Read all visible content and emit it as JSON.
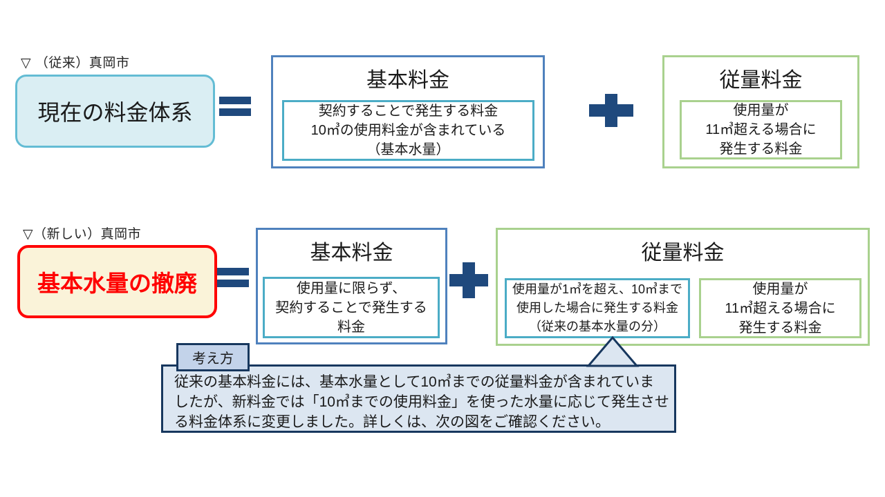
{
  "colors": {
    "navy_operator": "#1F497D",
    "dark_navy_border": "#17375E",
    "steel_blue_border": "#4F81BD",
    "teal_border": "#4BACC6",
    "light_teal_border": "#63BCD4",
    "green_border": "#A9D18E",
    "red_border": "#FF0000",
    "light_blue_fill": "#DAEEF3",
    "cream_fill": "#FAF3D9",
    "note_fill": "#DCE6F1",
    "tab_fill": "#C3D3EA"
  },
  "former_section": {
    "label": "▽ （従来）真岡市",
    "subject": "現在の料金体系",
    "basic_box": {
      "title": "基本料金",
      "lines": [
        "契約することで発生する料金",
        "10㎥の使用料金が含まれている",
        "（基本水量）"
      ]
    },
    "volume_box": {
      "title": "従量料金",
      "lines": [
        "使用量が",
        "11㎥超える場合に",
        "発生する料金"
      ]
    }
  },
  "new_section": {
    "label": "▽（新しい）真岡市",
    "subject": "基本水量の撤廃",
    "basic_box": {
      "title": "基本料金",
      "lines": [
        "使用量に限らず、",
        "契約することで発生する",
        "料金"
      ]
    },
    "volume_box": {
      "title": "従量料金",
      "tier1_lines": [
        "使用量が1㎥を超え、10㎥まで",
        "使用した場合に発生する料金",
        "（従来の基本水量の分）"
      ],
      "tier2_lines": [
        "使用量が",
        "11㎥超える場合に",
        "発生する料金"
      ]
    }
  },
  "note": {
    "tab_label": "考え方",
    "body_lines": [
      "従来の基本料金には、基本水量として10㎥までの従量料金が含まれていま",
      "したが、新料金では「10㎥までの使用料金」を使った水量に応じて発生させ",
      "る料金体系に変更しました。詳しくは、次の図をご確認ください。"
    ]
  }
}
